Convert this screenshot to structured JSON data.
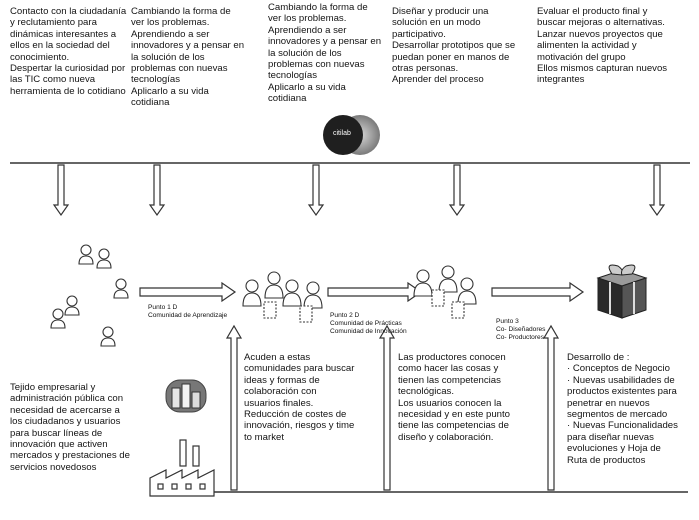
{
  "columns": [
    {
      "text": "Contacto con la ciudadanía\ny reclutamiento para\ndinámicas interesantes a\nellos en la sociedad del\nconocimiento.\nDespertar la curiosidad por\nlas TIC como nueva\nherramienta de lo cotidiano"
    },
    {
      "text": "Cambiando la forma de\nver los problemas.\nAprendiendo a ser\ninnovadores y a pensar en\nla solución de los\nproblemas con nuevas\ntecnologías\nAplicarlo a su vida\ncotidiana"
    },
    {
      "text": "Cambiando la forma de\nver los problemas.\nAprendiendo a ser\ninnovadores y a pensar en\nla solución de los\nproblemas con nuevas\ntecnologías\nAplicarlo a su vida\ncotidiana"
    },
    {
      "text": "Diseñar y producir una\nsolución en un modo\nparticipativo.\nDesarrollar prototipos que se\npuedan poner en manos de\notras personas.\nAprender del proceso"
    },
    {
      "text": "Evaluar el producto final y\nbuscar mejoras o alternativas.\nLanzar nuevos proyectos que\nalimenten la actividad y\nmotivación del grupo\nEllos mismos capturan nuevos\nintegrantes"
    }
  ],
  "logo": {
    "text": "citilab"
  },
  "stages": [
    {
      "text": "Punto 1 D\nComunidad de Aprendizaje"
    },
    {
      "text": "Punto 2 D\nComunidad de Prácticas\nComunidad de Innovación"
    },
    {
      "text": "Punto 3\nCo- Diseñadores\nCo- Productores"
    }
  ],
  "bottom": [
    {
      "text": "Tejido empresarial y\nadministración pública con\nnecesidad de acercarse a\nlos ciudadanos y usuarios\npara buscar líneas de\ninnovación que activen\nmercados y prestaciones de\nservicios novedosos"
    },
    {
      "text": "Acuden a estas\ncomunidades para buscar\nideas y formas de\ncolaboración con\nusuarios finales.\nReducción de costes de\ninnovación, riesgos y time\nto market"
    },
    {
      "text": "Las productores conocen\ncomo hacer las cosas y\ntienen las competencias\ntecnológicas.\nLos usuarios conocen la\nnecesidad y en este punto\ntiene las competencias de\ndiseño y colaboración."
    },
    {
      "text": "Desarrollo de :\n· Conceptos de Negocio\n· Nuevas usabilidades de\nproductos existentes para\npenetrar en nuevos\nsegmentos de mercado\n· Nuevas Funcionalidades\npara diseñar nuevas\nevoluciones y Hoja de\nRuta de productos"
    }
  ],
  "colors": {
    "line": "#333333",
    "figure_fill": "#ffffff",
    "logo_dark": "#1f1f1f",
    "logo_grey": "#8a8a8a"
  }
}
